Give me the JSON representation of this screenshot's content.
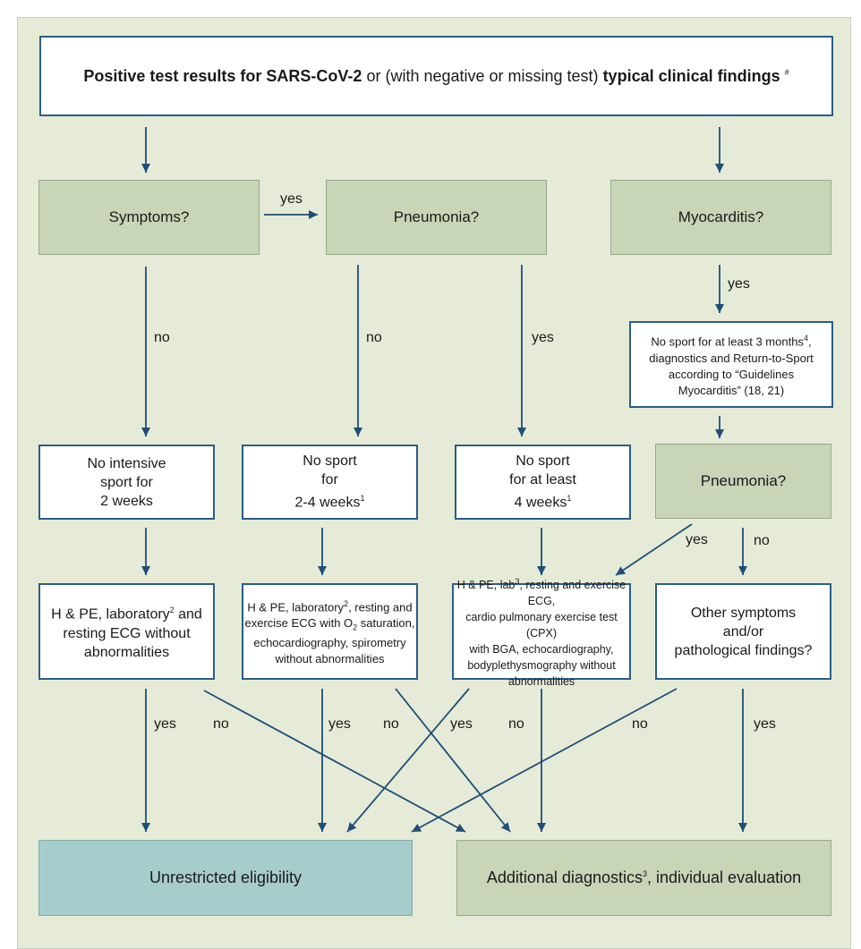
{
  "colors": {
    "arrow": "#1f4f78",
    "white_border": "#2b5d86",
    "green": "#c8d5b7",
    "teal": "#a6cccb",
    "background": "#e6ebd8"
  },
  "top": {
    "bold1": "Positive test results for SARS-CoV-2",
    "mid": " or (with negative or missing test) ",
    "bold2": "typical clinical findings",
    "mark": "#"
  },
  "nodes": {
    "symptoms": "Symptoms?",
    "pneumonia": "Pneumonia?",
    "myocarditis": "Myocarditis?",
    "myo_rule": {
      "l1a": "No sport for at least 3 months",
      "s1": "4",
      "l1b": ",",
      "l2": "diagnostics and Return-to-Sport",
      "l3": "according to “Guidelines",
      "l4": "Myocarditis” (18, 21)"
    },
    "pneumonia2": "Pneumonia?",
    "no_intensive": {
      "l1": "No intensive",
      "l2": "sport for",
      "l3": "2 weeks"
    },
    "no_sport_2_4": {
      "l1": "No sport",
      "l2": "for",
      "l3": "2-4 weeks",
      "s": "1"
    },
    "no_sport_4": {
      "l1": "No sport",
      "l2": "for at least",
      "l3": "4 weeks",
      "s": "1"
    },
    "hpe1": {
      "a": "H & PE, laboratory",
      "s": "2",
      "b": " and",
      "l2": "resting ECG without",
      "l3": "abnormalities"
    },
    "hpe2": {
      "a": "H & PE, laboratory",
      "s": "2",
      "b": ", resting and",
      "c": "exercise ECG with O",
      "sub": "2",
      "d": " saturation,",
      "l3": "echocardiography, spirometry",
      "l4": "without abnormalities"
    },
    "hpe3": {
      "a": "H & PE, lab",
      "s": "3",
      "b": ", resting and exercise ECG,",
      "l2": "cardio pulmonary exercise test (CPX)",
      "l3": "with BGA, echocardiography,",
      "l4": "bodyplethysmography without",
      "l5": "abnormalities"
    },
    "other": {
      "l1": "Other symptoms",
      "l2": "and/or",
      "l3": "pathological findings?"
    },
    "unrestricted": "Unrestricted eligibility",
    "additional": {
      "a": "Additional diagnostics",
      "s": "3",
      "b": ", individual evaluation"
    }
  },
  "labels": {
    "yes_sym_pneu": "yes",
    "yes_myo": "yes",
    "no_sym": "no",
    "no_pneu": "no",
    "yes_pneu": "yes",
    "yes_pneu2": "yes",
    "no_pneu2": "no",
    "yes_hpe1": "yes",
    "no_hpe1": "no",
    "yes_hpe2": "yes",
    "no_hpe2": "no",
    "yes_hpe3": "yes",
    "no_hpe3": "no",
    "no_other": "no",
    "yes_other": "yes"
  }
}
